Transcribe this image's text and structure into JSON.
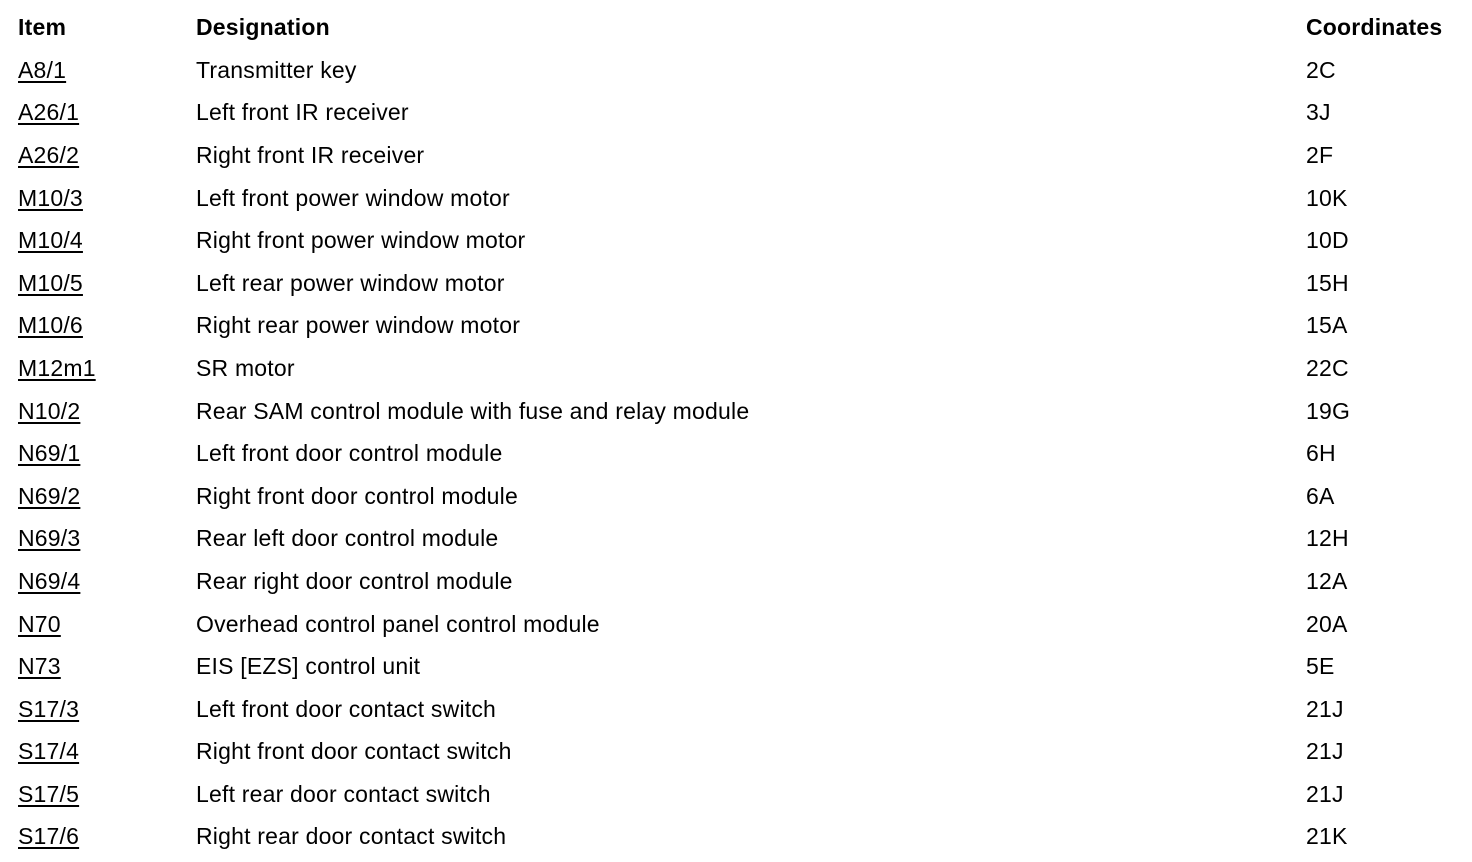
{
  "table": {
    "headers": {
      "item": "Item",
      "designation": "Designation",
      "coordinates": "Coordinates"
    },
    "rows": [
      {
        "item": "A8/1",
        "designation": "Transmitter key",
        "coordinates": "2C"
      },
      {
        "item": "A26/1",
        "designation": "Left front IR receiver",
        "coordinates": "3J"
      },
      {
        "item": "A26/2",
        "designation": "Right front IR receiver",
        "coordinates": "2F"
      },
      {
        "item": "M10/3",
        "designation": "Left front power window motor",
        "coordinates": "10K"
      },
      {
        "item": "M10/4",
        "designation": "Right front power window motor",
        "coordinates": "10D"
      },
      {
        "item": "M10/5",
        "designation": "Left rear power window motor",
        "coordinates": "15H"
      },
      {
        "item": "M10/6",
        "designation": "Right rear power window motor",
        "coordinates": "15A"
      },
      {
        "item": "M12m1",
        "designation": "SR motor",
        "coordinates": "22C"
      },
      {
        "item": "N10/2",
        "designation": "Rear SAM control module with fuse and relay module",
        "coordinates": "19G"
      },
      {
        "item": "N69/1",
        "designation": "Left front door control module",
        "coordinates": "6H"
      },
      {
        "item": "N69/2",
        "designation": "Right front door control module",
        "coordinates": "6A"
      },
      {
        "item": "N69/3",
        "designation": "Rear left door control module",
        "coordinates": "12H"
      },
      {
        "item": "N69/4",
        "designation": "Rear right door control module",
        "coordinates": "12A"
      },
      {
        "item": "N70",
        "designation": "Overhead control panel control module",
        "coordinates": "20A"
      },
      {
        "item": "N73",
        "designation": "EIS [EZS] control unit",
        "coordinates": "5E"
      },
      {
        "item": "S17/3",
        "designation": "Left front door contact switch",
        "coordinates": "21J"
      },
      {
        "item": "S17/4",
        "designation": "Right front door contact switch",
        "coordinates": "21J"
      },
      {
        "item": "S17/5",
        "designation": "Left rear door contact switch",
        "coordinates": "21J"
      },
      {
        "item": "S17/6",
        "designation": "Right rear door contact switch",
        "coordinates": "21K"
      }
    ]
  }
}
